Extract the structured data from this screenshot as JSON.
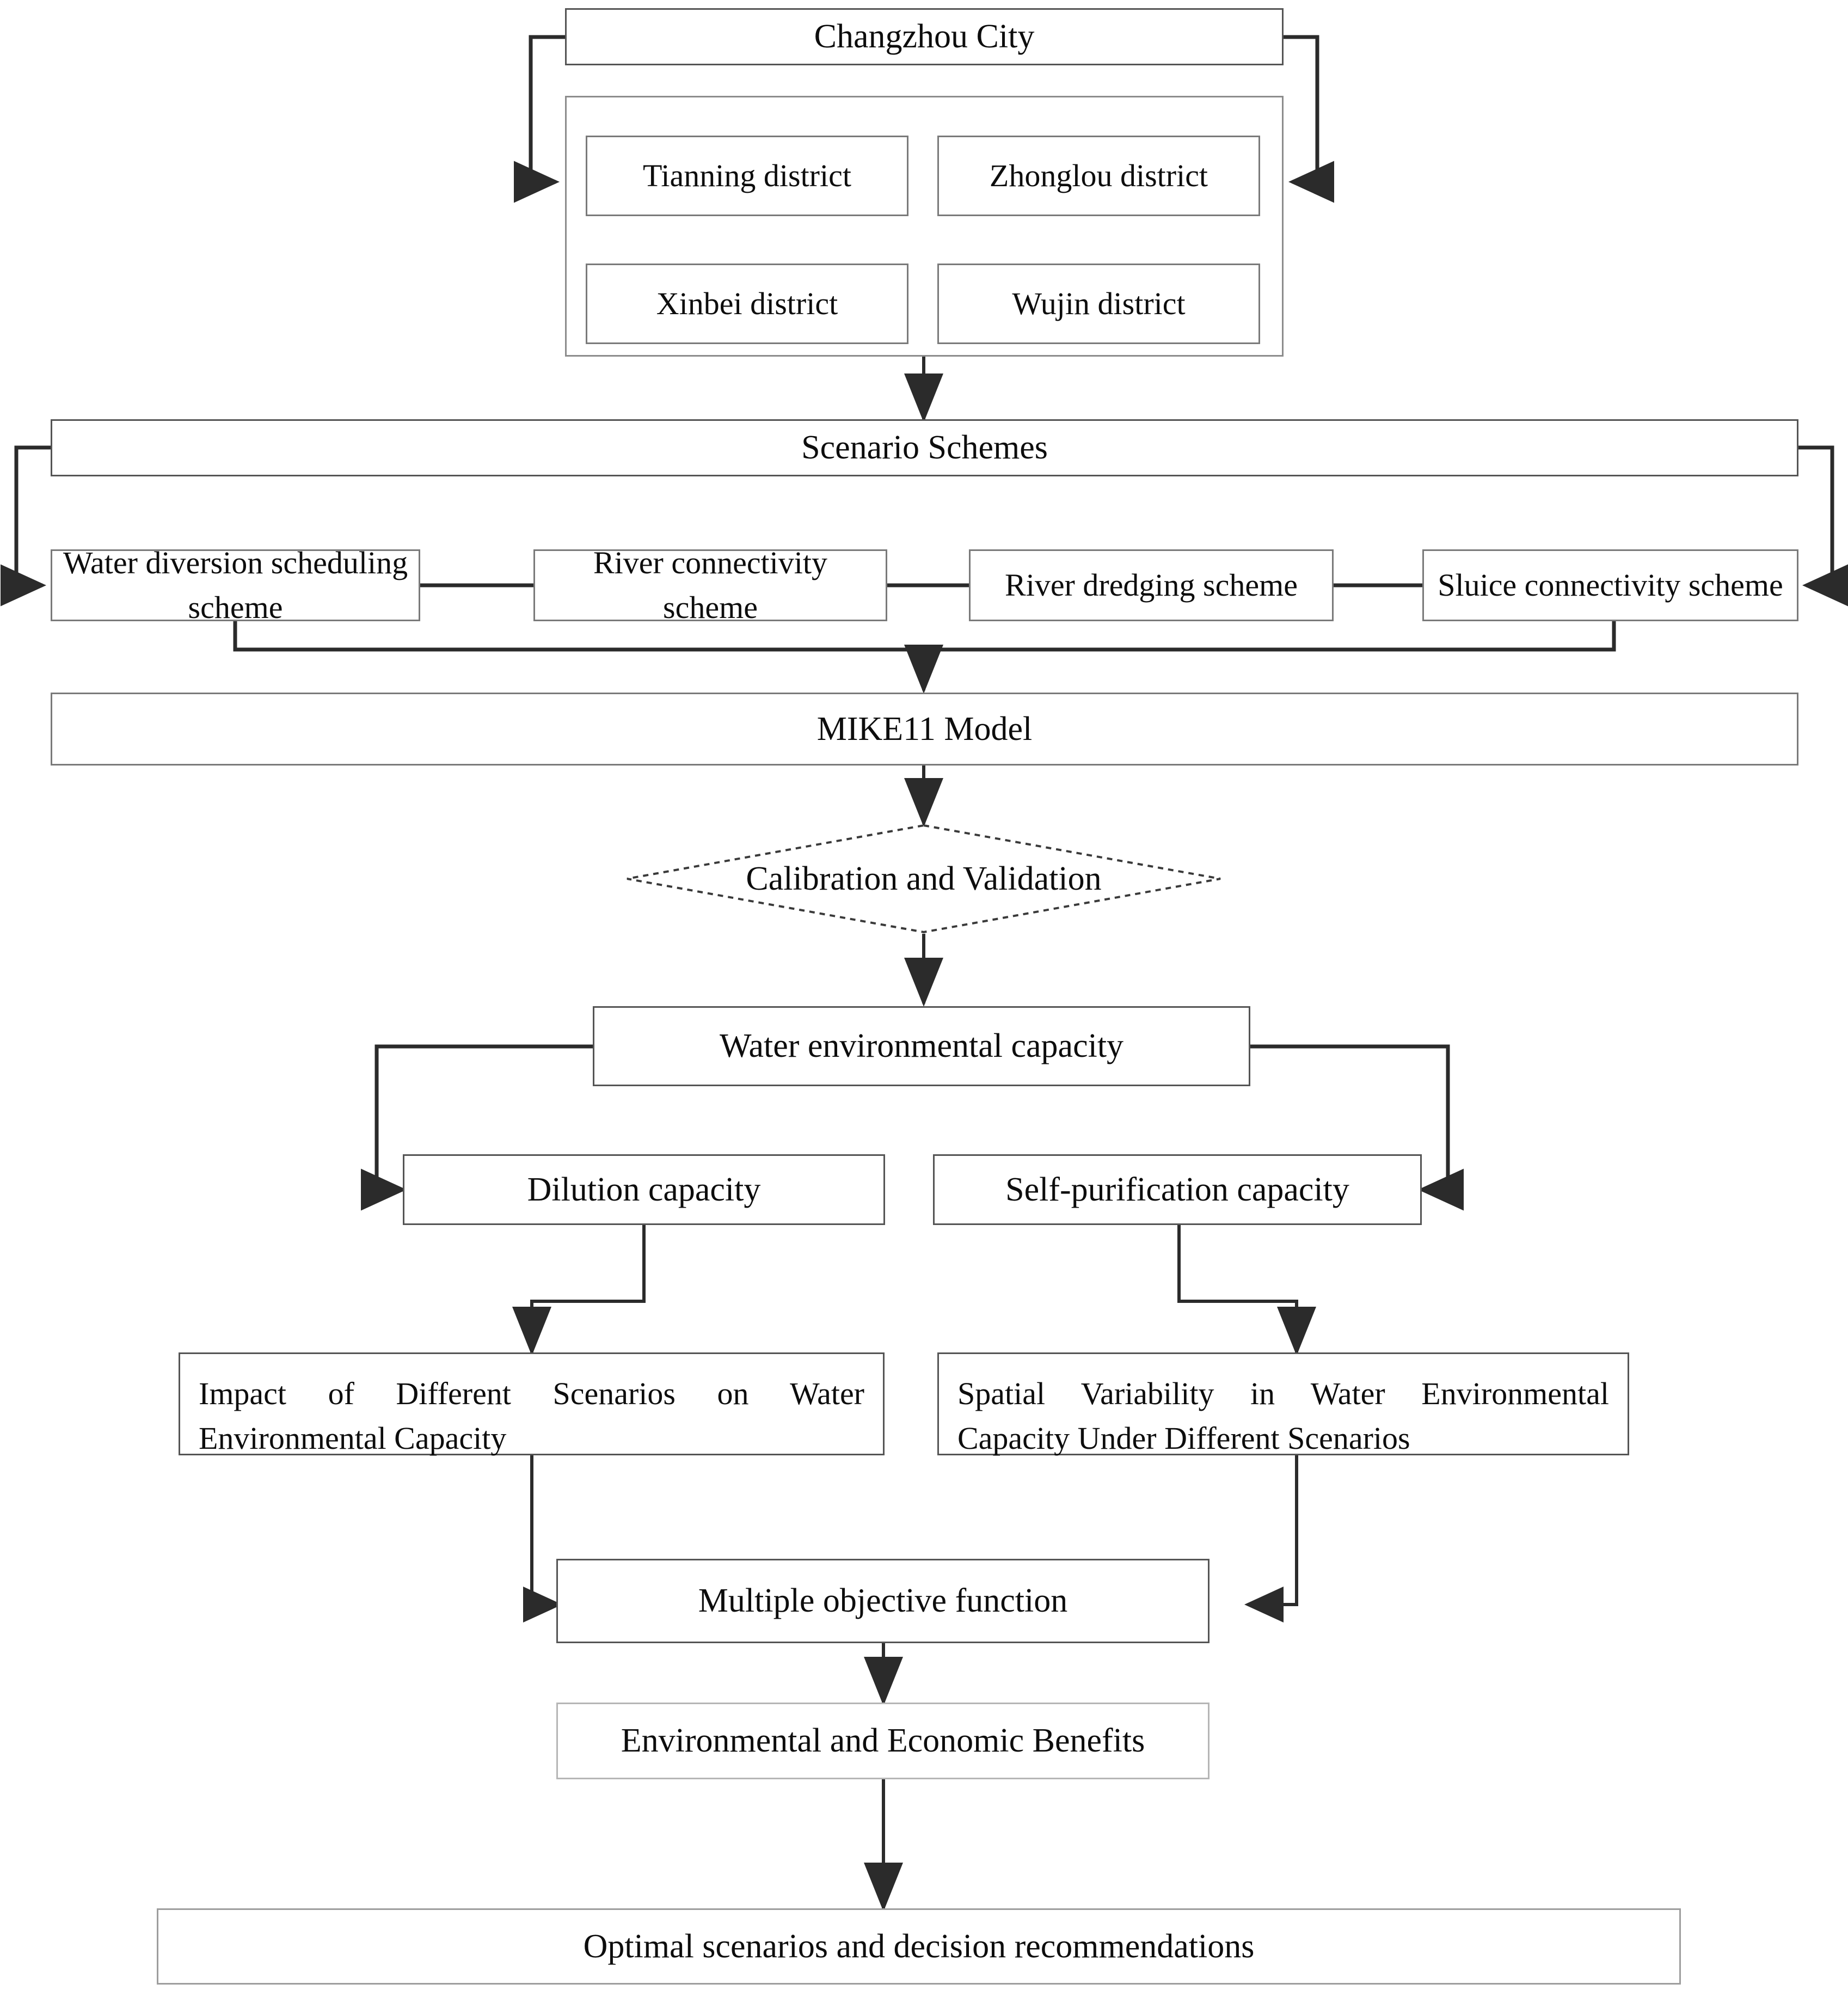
{
  "diagram": {
    "type": "flowchart",
    "title": "Research framework flowchart for water environmental capacity assessment",
    "nodes": {
      "city": "Changzhou City",
      "districts": [
        "Tianning district",
        "Zhonglou district",
        "Xinbei district",
        "Wujin district"
      ],
      "scenario_schemes": "Scenario Schemes",
      "schemes": [
        "Water diversion scheduling scheme",
        "River connectivity scheme",
        "River dredging scheme",
        "Sluice connectivity scheme"
      ],
      "model": "MIKE11 Model",
      "decision": "Calibration and Validation",
      "capacity": "Water environmental capacity",
      "dilution": "Dilution capacity",
      "self_purification": "Self-purification capacity",
      "impact": "Impact of Different Scenarios on Water Environmental Capacity",
      "spatial": "Spatial Variability in Water Environmental Capacity Under Different Scenarios",
      "objective": "Multiple objective function",
      "benefits": "Environmental and Economic Benefits",
      "optimal": "Optimal scenarios and decision recommendations"
    },
    "colors": {
      "box_border": "#7a7a7a",
      "box_border_dark": "#555555",
      "edge": "#2b2b2b",
      "text": "#0d0d0d",
      "background": "#ffffff"
    }
  }
}
